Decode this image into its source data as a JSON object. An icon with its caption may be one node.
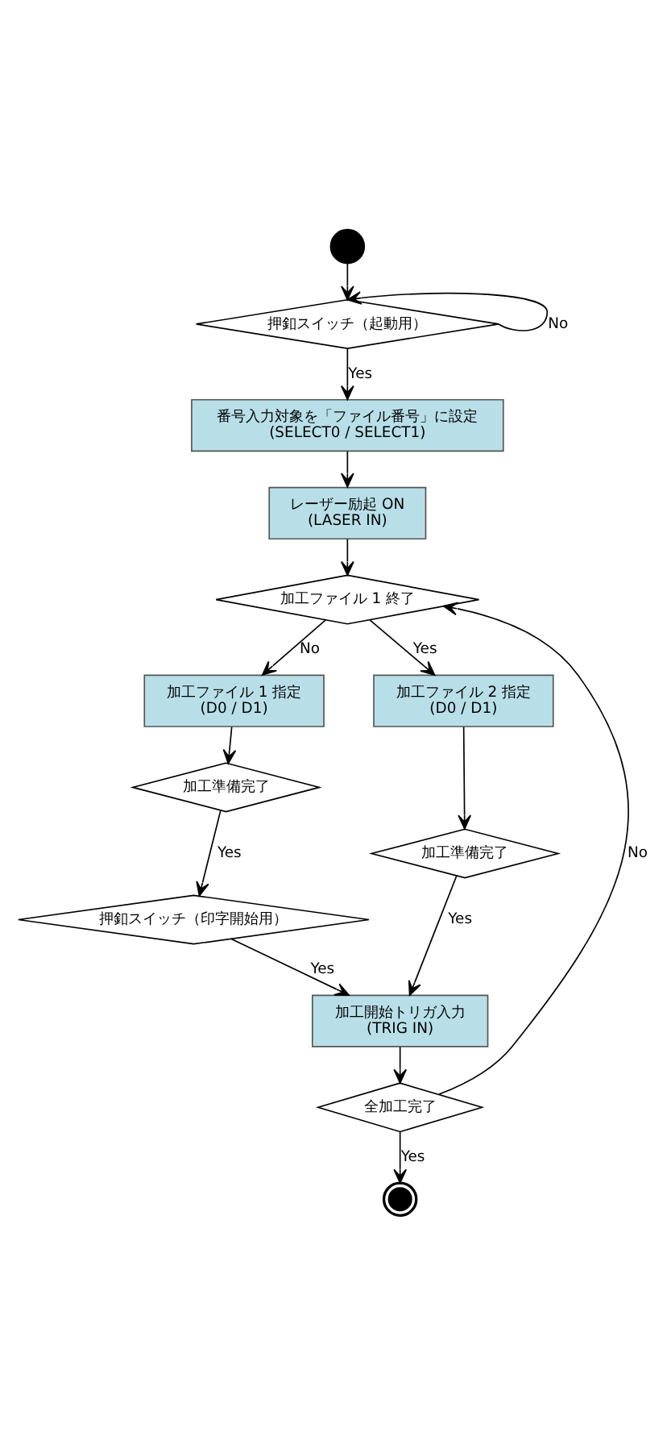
{
  "diagram": {
    "nodes": [
      {
        "text": [],
        "shape": "circle"
      },
      {
        "text": [
          "押釦スイッチ（起動用）"
        ]
      },
      {
        "text": [
          "番号入力対象を「ファイル番号」に設定",
          "(SELECT0 / SELECT1)"
        ]
      },
      {
        "text": [
          "レーザー励起 ON",
          "(LASER IN)"
        ]
      },
      {
        "text": [
          "加工ファイル 1 終了"
        ]
      },
      {
        "text": [
          "加工ファイル 1 指定",
          "(D0 / D1)"
        ]
      },
      {
        "text": [
          "加工ファイル 2 指定",
          "(D0 / D1)"
        ]
      },
      {
        "text": [
          "加工準備完了"
        ]
      },
      {
        "text": [
          "加工準備完了"
        ]
      },
      {
        "text": [
          "押釦スイッチ（印字開始用）"
        ]
      },
      {
        "text": [
          "加工開始トリガ入力",
          "(TRIG IN)"
        ]
      },
      {
        "text": [
          "全加工完了"
        ]
      },
      {
        "text": [],
        "shape": "circle"
      }
    ],
    "edges": [
      {
        "from": 0,
        "to": 1,
        "arrow": "to"
      },
      {
        "from": 1,
        "to": 1,
        "arrow": "to",
        "label": "No"
      },
      {
        "from": 1,
        "to": 2,
        "arrow": "to",
        "label": "Yes"
      },
      {
        "from": 2,
        "to": 3,
        "arrow": "to"
      },
      {
        "from": 3,
        "to": 4,
        "arrow": "to"
      },
      {
        "from": 4,
        "to": 6,
        "arrow": "to",
        "label": "Yes"
      },
      {
        "from": 4,
        "to": 5,
        "arrow": "to",
        "label": "No"
      },
      {
        "from": 5,
        "to": 7,
        "arrow": "to"
      },
      {
        "from": 6,
        "to": 8,
        "arrow": "to"
      },
      {
        "from": 7,
        "to": 9,
        "arrow": "to",
        "label": "Yes"
      },
      {
        "from": 9,
        "to": 10,
        "arrow": "to",
        "label": "Yes"
      },
      {
        "from": 8,
        "to": 10,
        "arrow": "to",
        "label": "Yes"
      },
      {
        "from": 10,
        "to": 11,
        "arrow": "to"
      },
      {
        "from": 11,
        "to": 4,
        "arrow": "to",
        "label": "No"
      },
      {
        "from": 11,
        "to": 12,
        "arrow": "to",
        "label": "Yes"
      }
    ]
  }
}
